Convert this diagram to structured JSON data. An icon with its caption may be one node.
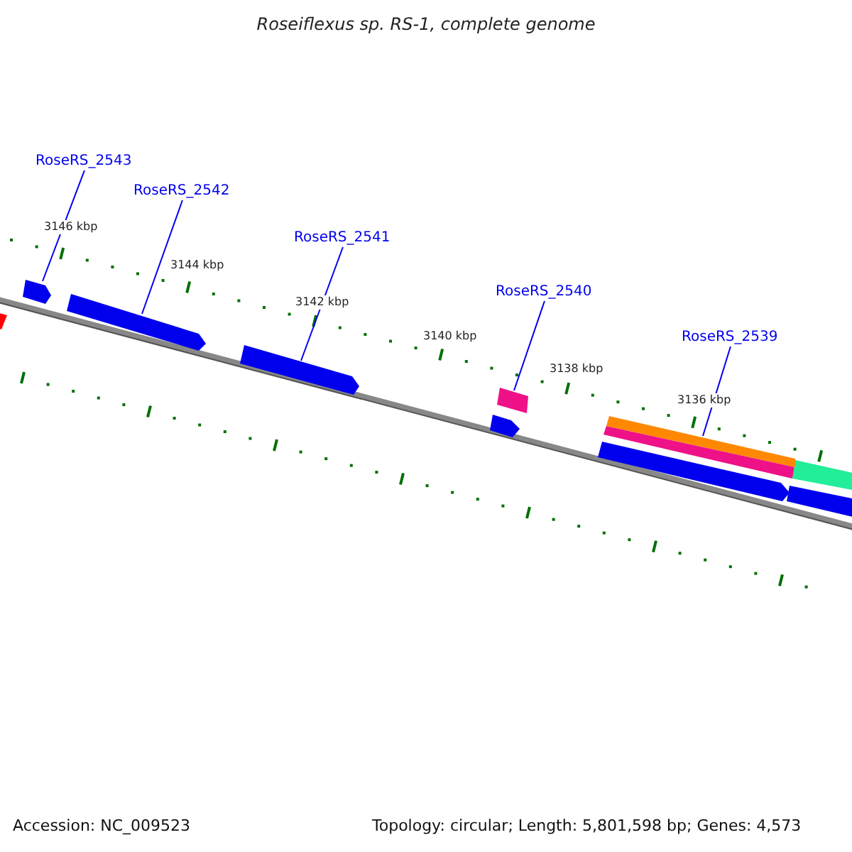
{
  "diagram": {
    "title": "Roseiflexus sp. RS-1, complete genome",
    "nodes": [
      {
        "text": [
          "RoseRS_2543"
        ]
      },
      {
        "text": [
          "RoseRS_2542"
        ]
      },
      {
        "text": [
          "RoseRS_2541"
        ]
      },
      {
        "text": [
          "RoseRS_2540"
        ]
      },
      {
        "text": [
          "RoseRS_2539"
        ]
      },
      {
        "text": [],
        "shape": "bar"
      },
      {
        "text": [],
        "shape": "bar"
      },
      {
        "text": [],
        "shape": "bar"
      },
      {
        "text": [],
        "shape": "bar"
      },
      {
        "text": [],
        "shape": "bar"
      }
    ],
    "edges": [
      {
        "from": 0,
        "to": 5,
        "arrow": "none"
      },
      {
        "from": 1,
        "to": 6,
        "arrow": "none"
      },
      {
        "from": 2,
        "to": 7,
        "arrow": "none"
      },
      {
        "from": 3,
        "to": 8,
        "arrow": "none"
      },
      {
        "from": 4,
        "to": 9,
        "arrow": "none"
      }
    ],
    "labels": [
      "3146 kbp",
      "3144 kbp",
      "3142 kbp",
      "3140 kbp",
      "3138 kbp",
      "3136 kbp",
      "Accession: NC_009523",
      "Topology: circular; Length: 5,801,598 bp; Genes: 4,573"
    ]
  }
}
